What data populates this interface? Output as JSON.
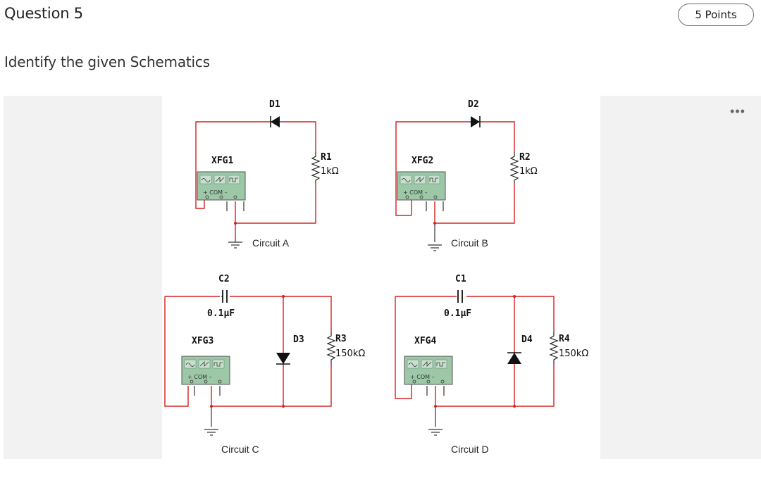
{
  "question": {
    "title": "Question 5",
    "points": "5 Points"
  },
  "prompt": "Identify the given Schematics",
  "menu": {
    "more_label": "•••"
  },
  "colors": {
    "wire": "#d62020",
    "gen_fill": "#9cc8a8",
    "panel": "#f2f2f2"
  },
  "schematic": {
    "circuits": [
      {
        "caption": "Circuit A",
        "generator": {
          "name": "XFG1",
          "terminals": "+ COM –"
        },
        "diode": {
          "name": "D1"
        },
        "resistor": {
          "name": "R1",
          "value": "1kΩ"
        }
      },
      {
        "caption": "Circuit B",
        "generator": {
          "name": "XFG2",
          "terminals": "+ COM –"
        },
        "diode": {
          "name": "D2"
        },
        "resistor": {
          "name": "R2",
          "value": "1kΩ"
        }
      },
      {
        "caption": "Circuit C",
        "generator": {
          "name": "XFG3",
          "terminals": "+ COM –"
        },
        "capacitor": {
          "name": "C2",
          "value": "0.1μF"
        },
        "diode": {
          "name": "D3"
        },
        "resistor": {
          "name": "R3",
          "value": "150kΩ"
        }
      },
      {
        "caption": "Circuit D",
        "generator": {
          "name": "XFG4",
          "terminals": "+ COM –"
        },
        "capacitor": {
          "name": "C1",
          "value": "0.1μF"
        },
        "diode": {
          "name": "D4"
        },
        "resistor": {
          "name": "R4",
          "value": "150kΩ"
        }
      }
    ]
  }
}
